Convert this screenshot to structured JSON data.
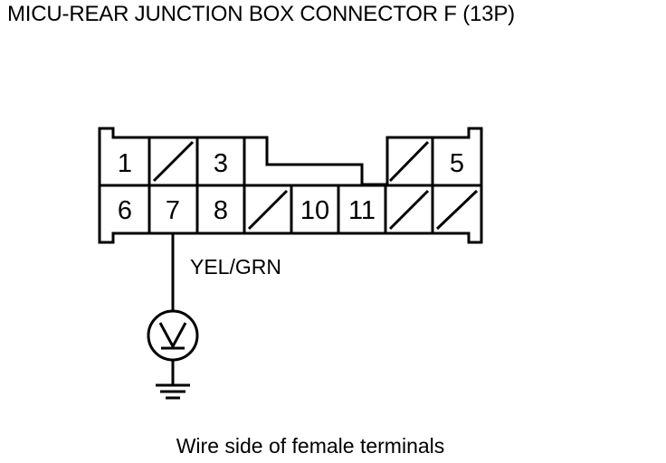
{
  "title": "MICU-REAR JUNCTION BOX CONNECTOR F (13P)",
  "connector": {
    "top_row": [
      {
        "pin": "1"
      },
      {
        "pin": ""
      },
      {
        "pin": "3"
      },
      {
        "pin": "5"
      }
    ],
    "bottom_row": [
      {
        "pin": "6"
      },
      {
        "pin": "7"
      },
      {
        "pin": "8"
      },
      {
        "pin": ""
      },
      {
        "pin": "10"
      },
      {
        "pin": "11"
      },
      {
        "pin": ""
      },
      {
        "pin": ""
      }
    ]
  },
  "wire": {
    "color_label": "YEL/GRN"
  },
  "meter": {
    "symbol": "V"
  },
  "caption": "Wire side of female terminals"
}
